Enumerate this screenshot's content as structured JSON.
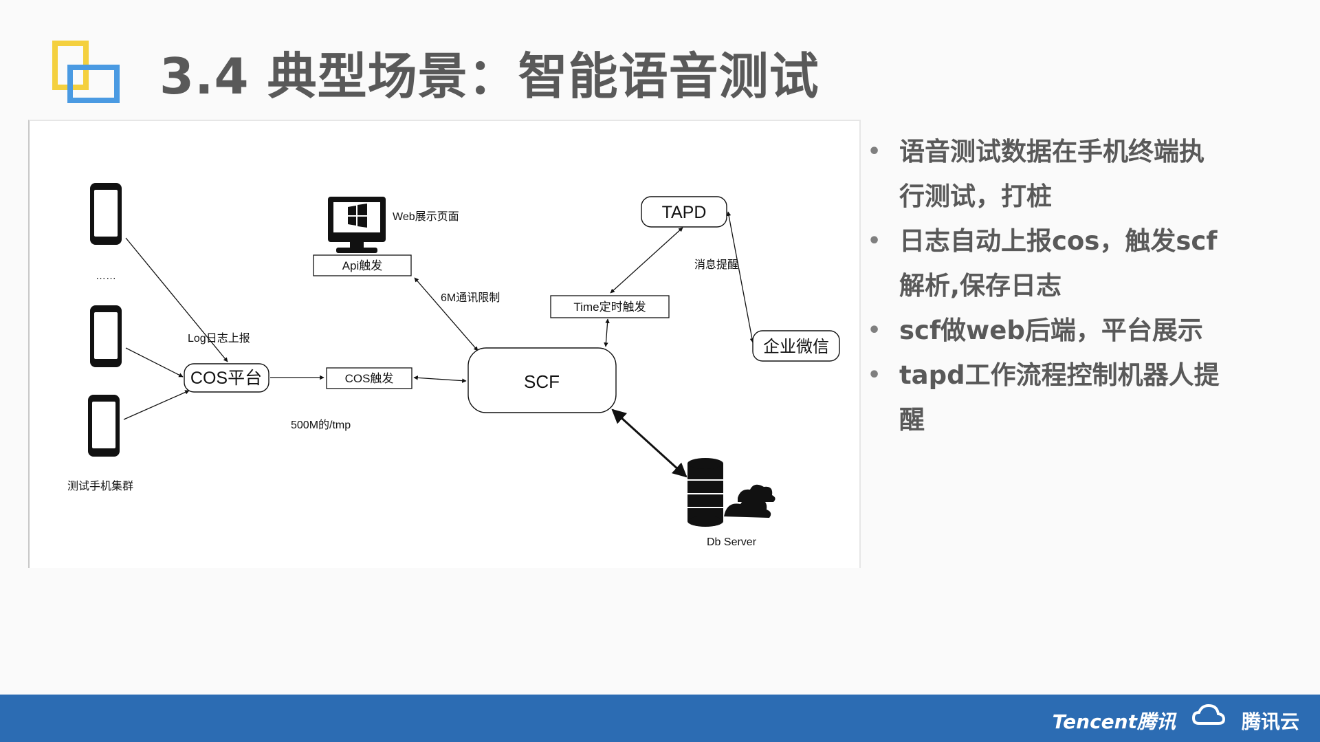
{
  "slide": {
    "title": "3.4 典型场景：智能语音测试"
  },
  "diagram": {
    "ellipsis": "……",
    "phone_cluster_label": "测试手机集群",
    "log_report_label": "Log日志上报",
    "cos_platform": "COS平台",
    "cos_trigger": "COS触发",
    "tmp_limit": "500M的/tmp",
    "web_page_label": "Web展示页面",
    "api_trigger": "Api触发",
    "comm_limit": "6M通讯限制",
    "scf": "SCF",
    "time_trigger": "Time定时触发",
    "tapd": "TAPD",
    "message_reminder": "消息提醒",
    "wecom": "企业微信",
    "db_server": "Db Server"
  },
  "bullets": [
    "语音测试数据在手机终端执行测试，打桩",
    "日志自动上报cos，触发scf解析,保存日志",
    "scf做web后端，平台展示",
    "tapd工作流程控制机器人提醒"
  ],
  "bullet_lines": [
    [
      "语音测试数据在手机终端执",
      "行测试，打桩"
    ],
    [
      "日志自动上报cos，触发scf",
      "解析,保存日志"
    ],
    [
      "scf做web后端，平台展示"
    ],
    [
      "tapd工作流程控制机器人提",
      "醒"
    ]
  ],
  "footer": {
    "brand_left": "Tencent腾讯",
    "brand_right": "腾讯云"
  },
  "colors": {
    "logo_yellow": "#f4d03f",
    "logo_blue": "#4a9ae2",
    "footer_blue": "#2c6cb3",
    "title_gray": "#595959"
  }
}
